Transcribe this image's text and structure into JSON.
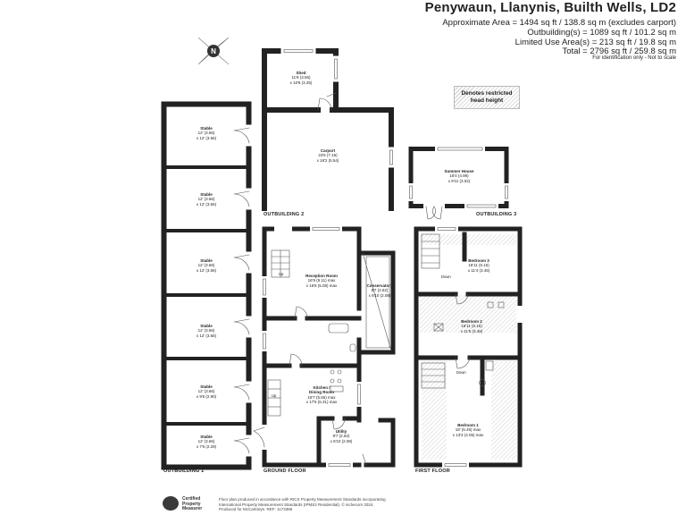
{
  "header": {
    "title": "Penywaun, Llanynis, Builth Wells, LD2",
    "approx_area": "Approximate Area = 1494 sq ft / 138.8 sq m (excludes carport)",
    "outbuildings": "Outbuilding(s) = 1089 sq ft / 101.2 sq m",
    "limited_use": "Limited Use Area(s) = 213 sq ft / 19.8 sq m",
    "total": "Total = 2796 sq ft / 259.8 sq m",
    "identification": "For identification only - Not to scale"
  },
  "compass": {
    "letter": "N",
    "icon": "north-arrow-icon"
  },
  "legend": {
    "line1": "Denotes restricted",
    "line2": "head height"
  },
  "sections": {
    "outbuilding1": "OUTBUILDING 1",
    "outbuilding2": "OUTBUILDING 2",
    "outbuilding3": "OUTBUILDING 3",
    "ground_floor": "GROUND FLOOR",
    "first_floor": "FIRST FLOOR"
  },
  "rooms": {
    "stable1": {
      "name": "Stable",
      "dim1": "12' (3.66)",
      "dim2": "x 12' (3.66)"
    },
    "stable2": {
      "name": "Stable",
      "dim1": "12' (3.66)",
      "dim2": "x 12' (3.66)"
    },
    "stable3": {
      "name": "Stable",
      "dim1": "12' (3.66)",
      "dim2": "x 12' (3.66)"
    },
    "stable4": {
      "name": "Stable",
      "dim1": "12' (3.66)",
      "dim2": "x 12' (3.66)"
    },
    "stable5": {
      "name": "Stable",
      "dim1": "12' (3.66)",
      "dim2": "x 9'6 (2.90)"
    },
    "stable6": {
      "name": "Stable",
      "dim1": "12' (3.66)",
      "dim2": "x 7'6 (2.29)"
    },
    "shed": {
      "name": "Shed",
      "dim1": "11'8 (3.56)",
      "dim2": "x 10'8 (3.25)"
    },
    "carport": {
      "name": "Carport",
      "dim1": "23'6 (7.16)",
      "dim2": "x 18'2 (5.54)"
    },
    "summer_house": {
      "name": "Summer House",
      "dim1": "16'4 (4.98)",
      "dim2": "x 9'11 (3.02)"
    },
    "reception": {
      "name": "Reception Room",
      "dim1": "16'9 (5.11) max",
      "dim2": "x 16'8 (5.08) max"
    },
    "conservatory": {
      "name": "Conservatory",
      "dim1": "8'7 (2.62)",
      "dim2": "x 6'10 (2.08)"
    },
    "kitchen": {
      "name": "Kitchen /",
      "name2": "Dining Room",
      "dim1": "18'7 (5.66) max",
      "dim2": "x 17'5 (5.31) max"
    },
    "utility": {
      "name": "Utility",
      "dim1": "8'7 (2.62)",
      "dim2": "x 6'10 (2.08)"
    },
    "bedroom3": {
      "name": "Bedroom 3",
      "dim1": "16'11 (5.16)",
      "dim2": "x 11'4 (3.45)"
    },
    "bedroom2": {
      "name": "Bedroom 2",
      "dim1": "16'11 (5.16)",
      "dim2": "x 11'5 (3.48)"
    },
    "bedroom1": {
      "name": "Bedroom 1",
      "dim1": "18' (5.49) max",
      "dim2": "x 13'3 (4.05) max"
    }
  },
  "labels": {
    "up": "Up",
    "down": "Down"
  },
  "footer": {
    "rics1": "Certified",
    "rics2": "Property",
    "rics3": "Measurer",
    "line1": "Floor plan produced in accordance with RICS Property Measurement Standards incorporating",
    "line2": "International Property Measurement Standards (IPMS2 Residential). © nichecom 2024.",
    "line3": "Produced for McCartneys.  REF: 1173386"
  }
}
